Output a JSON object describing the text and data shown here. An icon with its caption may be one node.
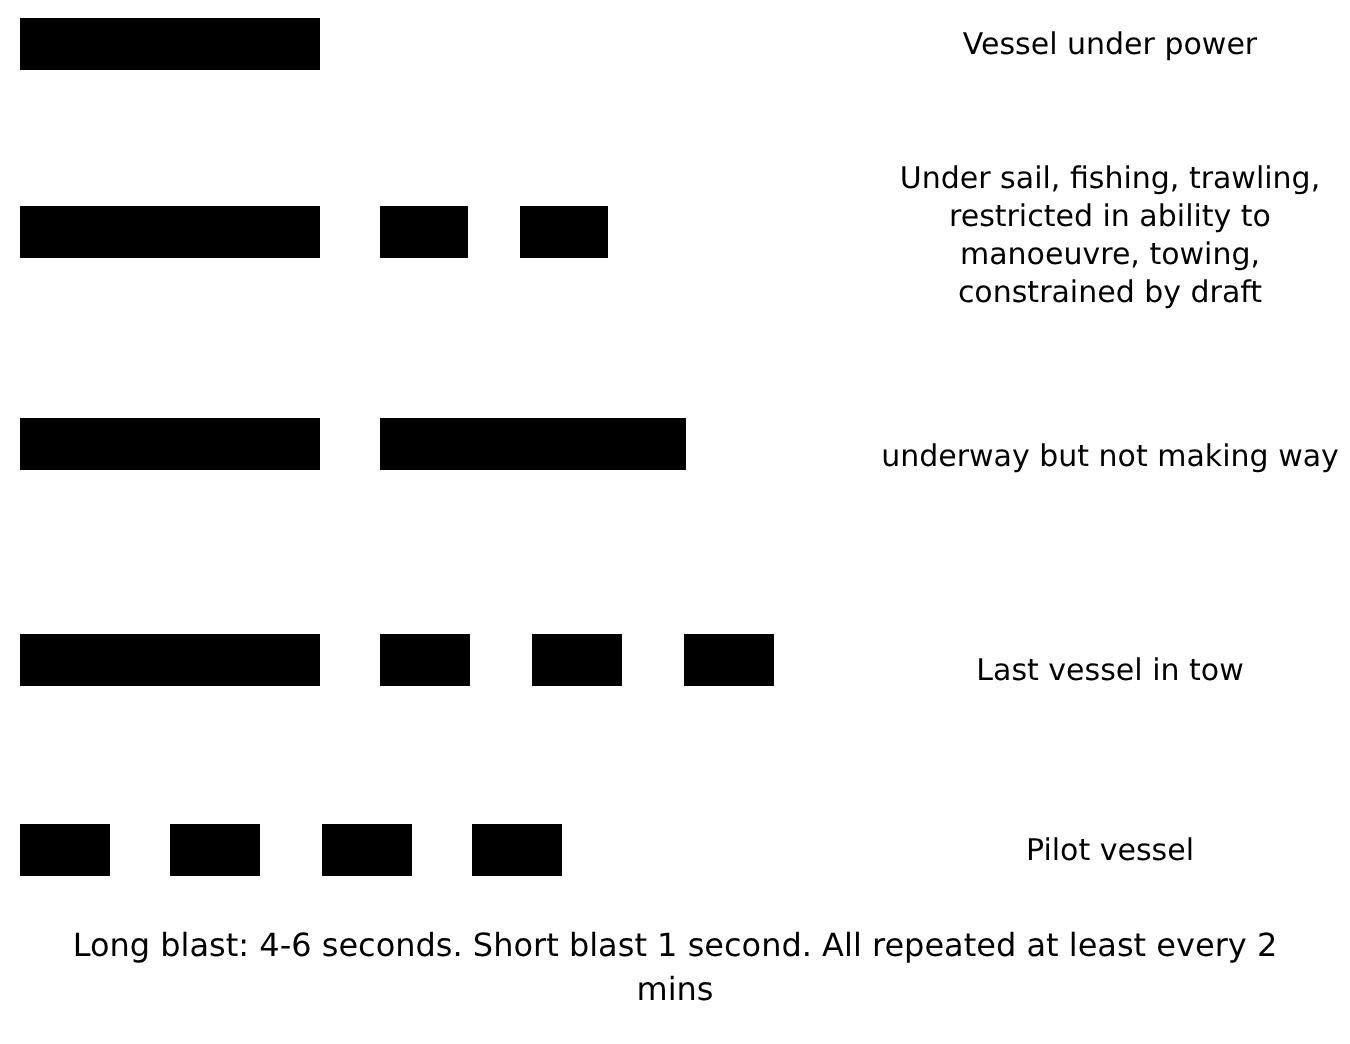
{
  "diagram": {
    "caption": "Long blast: 4-6 seconds. Short blast 1 second. All repeated at least every 2 mins",
    "labels": [
      "Vessel under power",
      "Under sail, fishing, trawling, restricted in ability to manoeuvre, towing, constrained by draft",
      "underway but not making way",
      "Last vessel in tow",
      "Pilot vessel"
    ]
  }
}
